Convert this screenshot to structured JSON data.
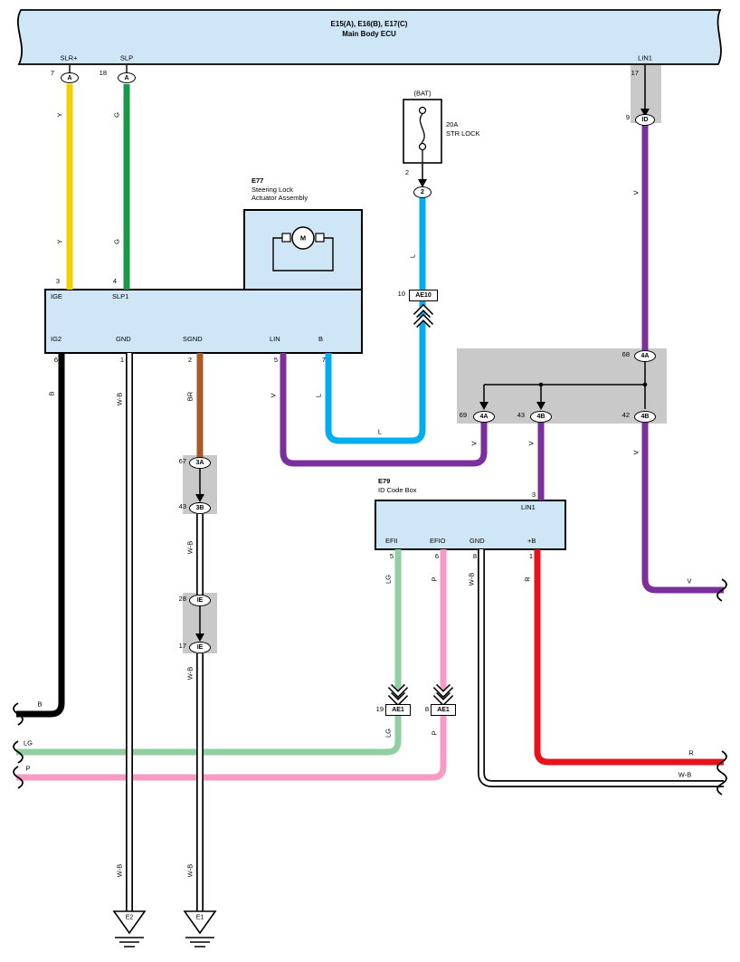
{
  "ecu": {
    "title_line1": "E15(A), E16(B), E17(C)",
    "title_line2": "Main Body ECU",
    "pin_slr": {
      "name": "SLR+",
      "num": "7",
      "conn": "A"
    },
    "pin_slp": {
      "name": "SLP",
      "num": "18",
      "conn": "A"
    },
    "pin_lin1": {
      "name": "LIN1",
      "num": "17"
    }
  },
  "fuse": {
    "bat": "(BAT)",
    "rating": "20A",
    "name": "STR LOCK",
    "pin": "2"
  },
  "e77": {
    "code": "E77",
    "name_line1": "Steering Lock",
    "name_line2": "Actuator Assembly",
    "motor": "M",
    "pin_ige": {
      "num": "3",
      "label": "IGE"
    },
    "pin_slp1": {
      "num": "4",
      "label": "SLP1"
    },
    "pin_ig2": {
      "num": "6",
      "label": "IG2"
    },
    "pin_gnd": {
      "num": "1",
      "label": "GND"
    },
    "pin_sgnd": {
      "num": "2",
      "label": "SGND"
    },
    "pin_lin": {
      "num": "5",
      "label": "LIN"
    },
    "pin_b": {
      "num": "7",
      "label": "B"
    }
  },
  "e79": {
    "code": "E79",
    "name": "ID Code Box",
    "pin_lin1": {
      "num": "3",
      "label": "LIN1"
    },
    "pin_efii": {
      "num": "5",
      "label": "EFII"
    },
    "pin_efio": {
      "num": "6",
      "label": "EFIO"
    },
    "pin_gnd": {
      "num": "8",
      "label": "GND"
    },
    "pin_b": {
      "num": "1",
      "label": "+B"
    }
  },
  "connectors": {
    "id": {
      "num": "9",
      "label": "ID"
    },
    "bat2": {
      "label": "2"
    },
    "ae10": {
      "num": "10",
      "label": "AE10"
    },
    "j3a": {
      "num": "67",
      "label": "3A"
    },
    "j3b": {
      "num": "43",
      "label": "3B"
    },
    "ie28": {
      "num": "28",
      "label": "IE"
    },
    "ie17": {
      "num": "17",
      "label": "IE"
    },
    "j4a68": {
      "num": "68",
      "label": "4A"
    },
    "j4a69": {
      "num": "69",
      "label": "4A"
    },
    "j4b43": {
      "num": "43",
      "label": "4B"
    },
    "j4b42": {
      "num": "42",
      "label": "4B"
    },
    "ae1a": {
      "num": "19",
      "label": "AE1"
    },
    "ae1b": {
      "num": "8",
      "label": "AE1"
    }
  },
  "wire_labels": {
    "Y": "Y",
    "G": "G",
    "L": "L",
    "V": "V",
    "B": "B",
    "BR": "BR",
    "WB": "W-B",
    "LG": "LG",
    "P": "P",
    "R": "R"
  },
  "grounds": {
    "e2": "E2",
    "e1": "E1"
  },
  "palette": {
    "banner_blue": "#cfe6f6",
    "gray": "#c9c9c9",
    "yellow": "#f0d200",
    "green": "#189a4b",
    "cyan": "#00aeef",
    "purple": "#7b2f9b",
    "brown": "#aa5a28",
    "light_green": "#90cfa0",
    "pink": "#f79bc5",
    "red": "#e8121c",
    "black": "#000000",
    "white": "#ffffff"
  }
}
